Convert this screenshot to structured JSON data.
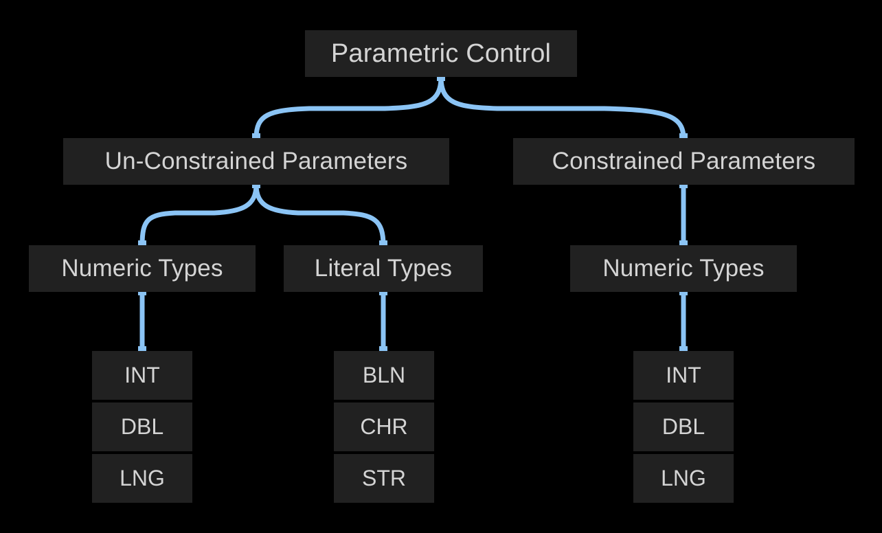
{
  "diagram": {
    "title": "Parametric Control",
    "background_color": "#000000",
    "node_color": "#212121",
    "text_color": "#d4d4d4",
    "edge_color": "#8bc4f5"
  },
  "nodes": {
    "root": {
      "label": "Parametric Control"
    },
    "unconstrained": {
      "label": "Un-Constrained Parameters"
    },
    "constrained": {
      "label": "Constrained Parameters"
    },
    "numeric_left": {
      "label": "Numeric Types"
    },
    "literal": {
      "label": "Literal Types"
    },
    "numeric_right": {
      "label": "Numeric Types"
    }
  },
  "leaves": {
    "numeric_left": [
      {
        "label": "INT"
      },
      {
        "label": "DBL"
      },
      {
        "label": "LNG"
      }
    ],
    "literal": [
      {
        "label": "BLN"
      },
      {
        "label": "CHR"
      },
      {
        "label": "STR"
      }
    ],
    "numeric_right": [
      {
        "label": "INT"
      },
      {
        "label": "DBL"
      },
      {
        "label": "LNG"
      }
    ]
  }
}
